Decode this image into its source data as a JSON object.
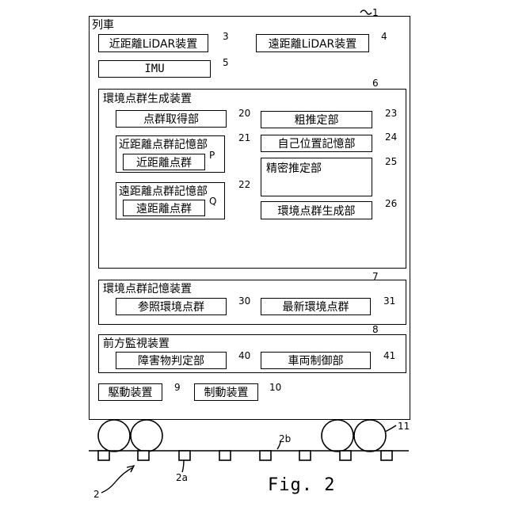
{
  "train": {
    "title": "列車",
    "ref": "1"
  },
  "lidar_near": {
    "label": "近距離LiDAR装置",
    "ref": "3"
  },
  "lidar_far": {
    "label": "遠距離LiDAR装置",
    "ref": "4"
  },
  "imu": {
    "label": "IMU",
    "ref": "5"
  },
  "env_gen": {
    "title": "環境点群生成装置",
    "ref": "6",
    "acq": {
      "label": "点群取得部",
      "ref": "20"
    },
    "near_mem": {
      "label": "近距離点群記憶部",
      "ref": "21",
      "inner": "近距離点群",
      "inner_ref": "P"
    },
    "far_mem": {
      "label": "遠距離点群記憶部",
      "ref": "22",
      "inner": "遠距離点群",
      "inner_ref": "Q"
    },
    "coarse": {
      "label": "粗推定部",
      "ref": "23"
    },
    "selfpos": {
      "label": "自己位置記憶部",
      "ref": "24"
    },
    "fine": {
      "label": "精密推定部",
      "ref": "25"
    },
    "gen": {
      "label": "環境点群生成部",
      "ref": "26"
    }
  },
  "env_mem": {
    "title": "環境点群記憶装置",
    "ref": "7",
    "ref_cloud": {
      "label": "参照環境点群",
      "ref": "30"
    },
    "latest": {
      "label": "最新環境点群",
      "ref": "31"
    }
  },
  "monitor": {
    "title": "前方監視装置",
    "ref": "8",
    "obstacle": {
      "label": "障害物判定部",
      "ref": "40"
    },
    "vehicle": {
      "label": "車両制御部",
      "ref": "41"
    }
  },
  "drive": {
    "label": "駆動装置",
    "ref": "9"
  },
  "brake": {
    "label": "制動装置",
    "ref": "10"
  },
  "wheels_ref": "11",
  "track_ref": "2",
  "sleeper_ref": "2a",
  "rail_ref": "2b",
  "figure_label": "Fig. 2"
}
